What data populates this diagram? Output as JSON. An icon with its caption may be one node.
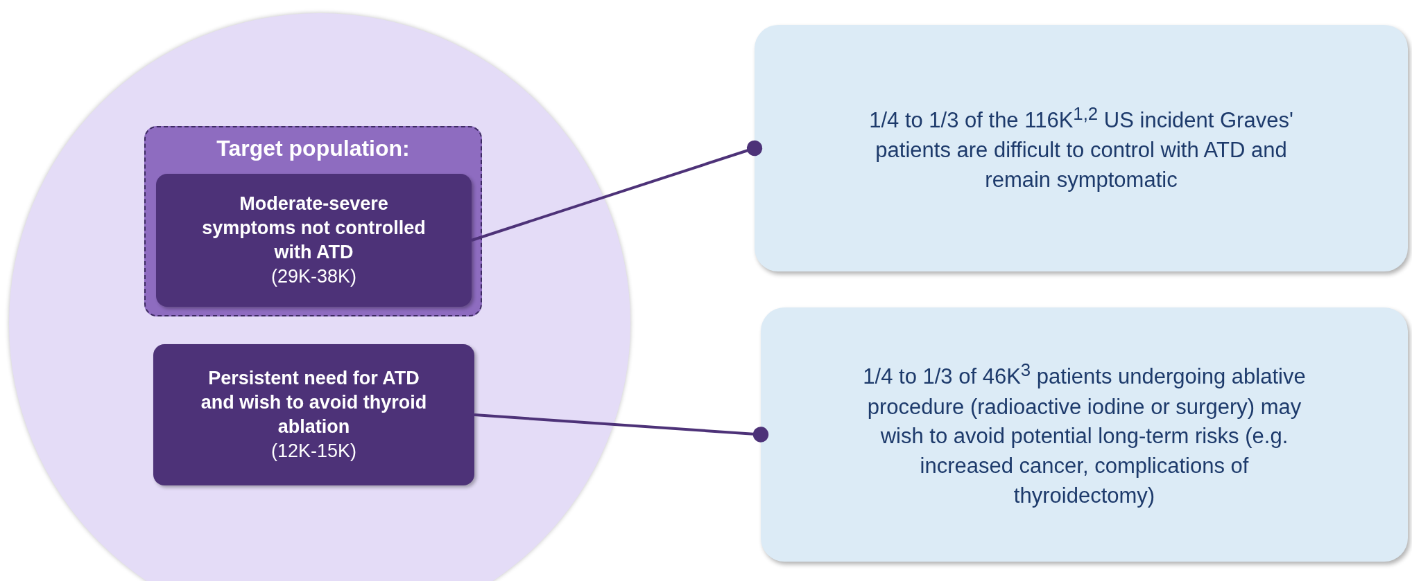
{
  "diagram": {
    "nodes": [
      {
        "text": [],
        "shape": "circle"
      },
      {
        "text": [
          "Target population:"
        ],
        "in": 0
      },
      {
        "text": [
          "Moderate-severe symptoms not controlled with ATD",
          "(29K-38K)"
        ],
        "in": 1
      },
      {
        "text": [
          "Persistent need for ATD and wish to avoid thyroid ablation",
          "(12K-15K)"
        ],
        "in": 0
      },
      {
        "text": [
          "1/4 to 1/3 of the 116K$^{1,2}$ US incident Graves' patients are difficult to control with ATD and remain symptomatic"
        ]
      },
      {
        "text": [
          "1/4 to 1/3 of 46K$^{3}$ patients undergoing ablative procedure (radioactive iodine or surgery) may wish to avoid potential long-term risks (e.g. increased cancer, complications of thyroidectomy)"
        ]
      }
    ],
    "edges": [
      {
        "from": 2,
        "to": 4,
        "arrow": "other"
      },
      {
        "from": 3,
        "to": 5,
        "arrow": "other"
      }
    ]
  }
}
